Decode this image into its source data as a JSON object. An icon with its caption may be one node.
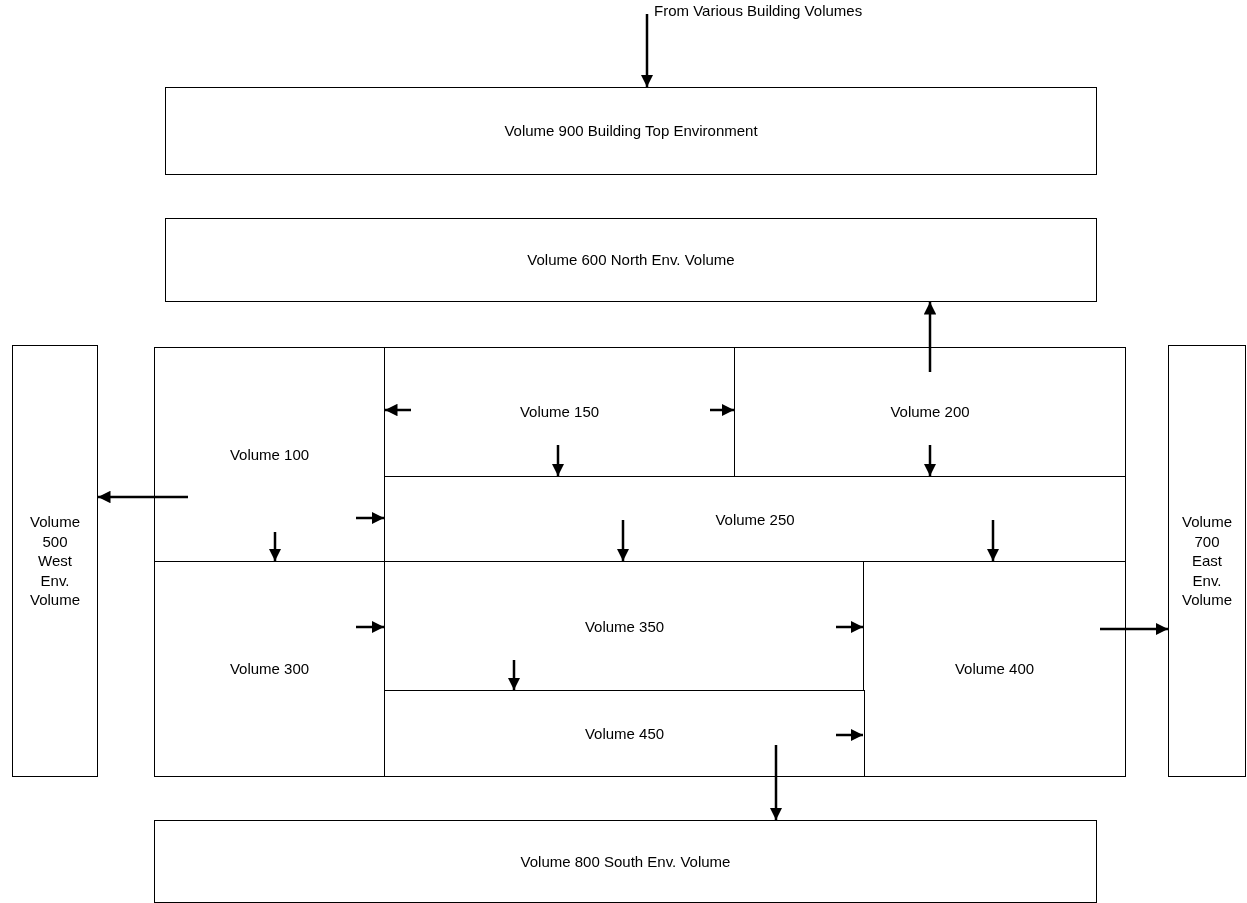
{
  "diagram": {
    "nodes": [
      {
        "text": [
          "From Various Building Volumes"
        ]
      },
      {
        "text": [
          "Volume 900 Building Top Environment"
        ]
      },
      {
        "text": [
          "Volume 600 North Env. Volume"
        ]
      },
      {
        "text": [
          "Volume 500 West Env. Volume"
        ]
      },
      {
        "text": [
          "Volume 100"
        ]
      },
      {
        "text": [
          "Volume 150"
        ]
      },
      {
        "text": [
          "Volume 200"
        ]
      },
      {
        "text": [
          "Volume 250"
        ]
      },
      {
        "text": [
          "Volume 300"
        ]
      },
      {
        "text": [
          "Volume 350"
        ]
      },
      {
        "text": [
          "Volume 400"
        ]
      },
      {
        "text": [
          "Volume 450"
        ]
      },
      {
        "text": [
          "Volume 700 East Env. Volume"
        ]
      },
      {
        "text": [
          "Volume 800 South Env. Volume"
        ]
      }
    ],
    "edges": [
      {
        "from": 0,
        "to": 1,
        "arrow": "to"
      },
      {
        "from": 6,
        "to": 2,
        "arrow": "to"
      },
      {
        "from": 5,
        "to": 4,
        "arrow": "to"
      },
      {
        "from": 5,
        "to": 6,
        "arrow": "to"
      },
      {
        "from": 5,
        "to": 7,
        "arrow": "to"
      },
      {
        "from": 6,
        "to": 7,
        "arrow": "to"
      },
      {
        "from": 4,
        "to": 3,
        "arrow": "to"
      },
      {
        "from": 4,
        "to": 7,
        "arrow": "to"
      },
      {
        "from": 4,
        "to": 8,
        "arrow": "to"
      },
      {
        "from": 7,
        "to": 9,
        "arrow": "to"
      },
      {
        "from": 7,
        "to": 10,
        "arrow": "to"
      },
      {
        "from": 8,
        "to": 9,
        "arrow": "to"
      },
      {
        "from": 9,
        "to": 10,
        "arrow": "to"
      },
      {
        "from": 9,
        "to": 11,
        "arrow": "to"
      },
      {
        "from": 11,
        "to": 10,
        "arrow": "to"
      },
      {
        "from": 10,
        "to": 12,
        "arrow": "to"
      },
      {
        "from": 11,
        "to": 13,
        "arrow": "to"
      }
    ]
  }
}
